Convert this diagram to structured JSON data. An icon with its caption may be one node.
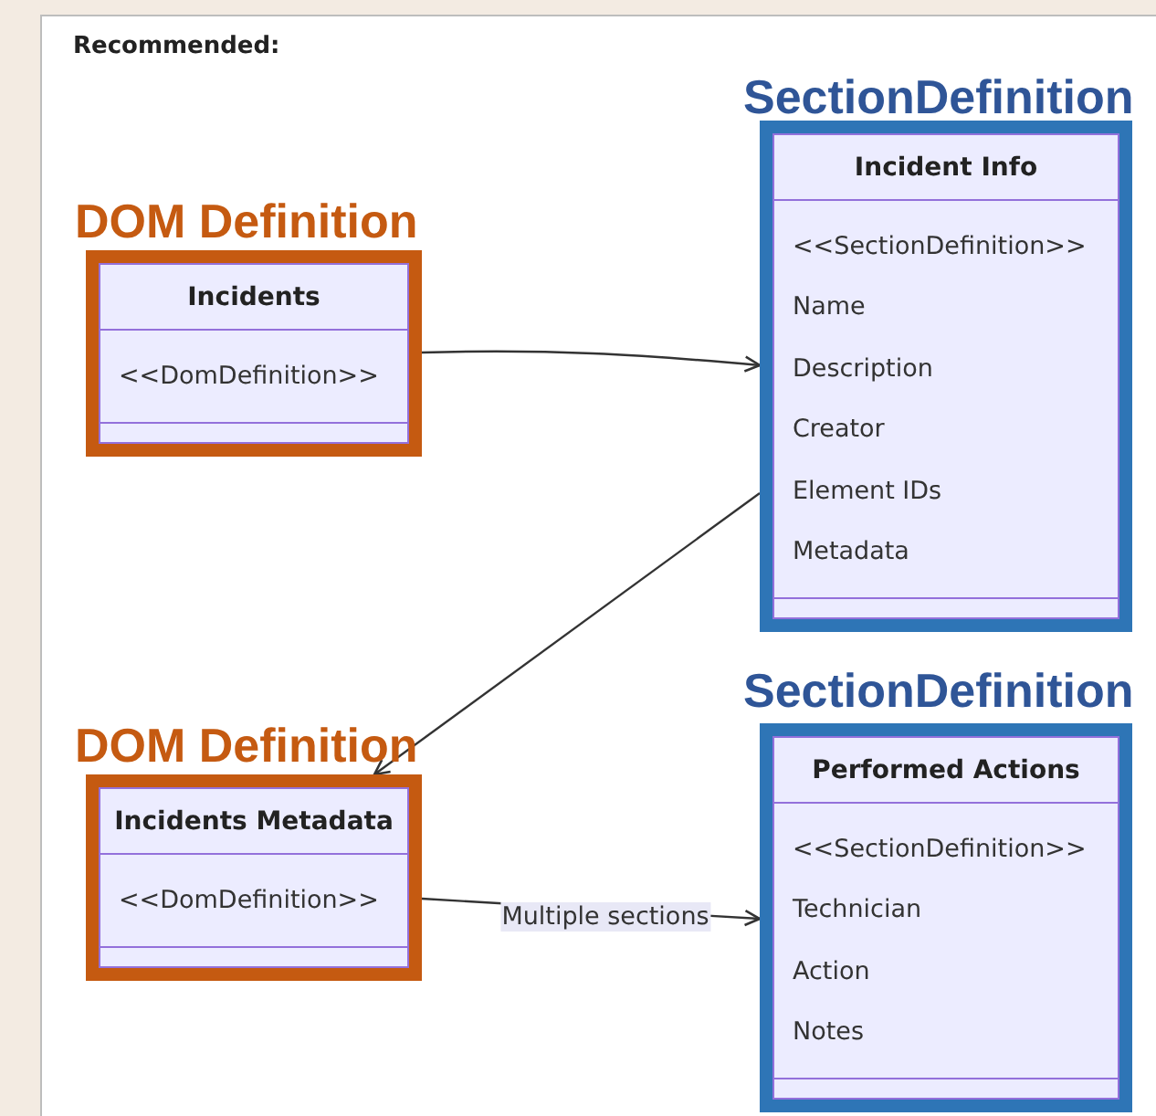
{
  "diagram": {
    "nodes": [
      {
        "text": [
          "DOM Definition",
          "Incidents",
          "<<DomDefinition>>"
        ]
      },
      {
        "text": [
          "SectionDefinition",
          "Incident Info",
          "<<SectionDefinition>>",
          "Name",
          "Description",
          "Creator",
          "Element IDs",
          "Metadata"
        ]
      },
      {
        "text": [
          "DOM Definition",
          "Incidents Metadata",
          "<<DomDefinition>>"
        ]
      },
      {
        "text": [
          "SectionDefinition",
          "Performed Actions",
          "<<SectionDefinition>>",
          "Technician",
          "Action",
          "Notes"
        ]
      }
    ],
    "edges": [
      {
        "from": 0,
        "to": 1,
        "arrow": "to"
      },
      {
        "from": 1,
        "to": 2,
        "arrow": "to"
      },
      {
        "from": 2,
        "to": 3,
        "arrow": "to",
        "label": "Multiple sections"
      }
    ],
    "labels": [
      "Recommended:"
    ]
  }
}
